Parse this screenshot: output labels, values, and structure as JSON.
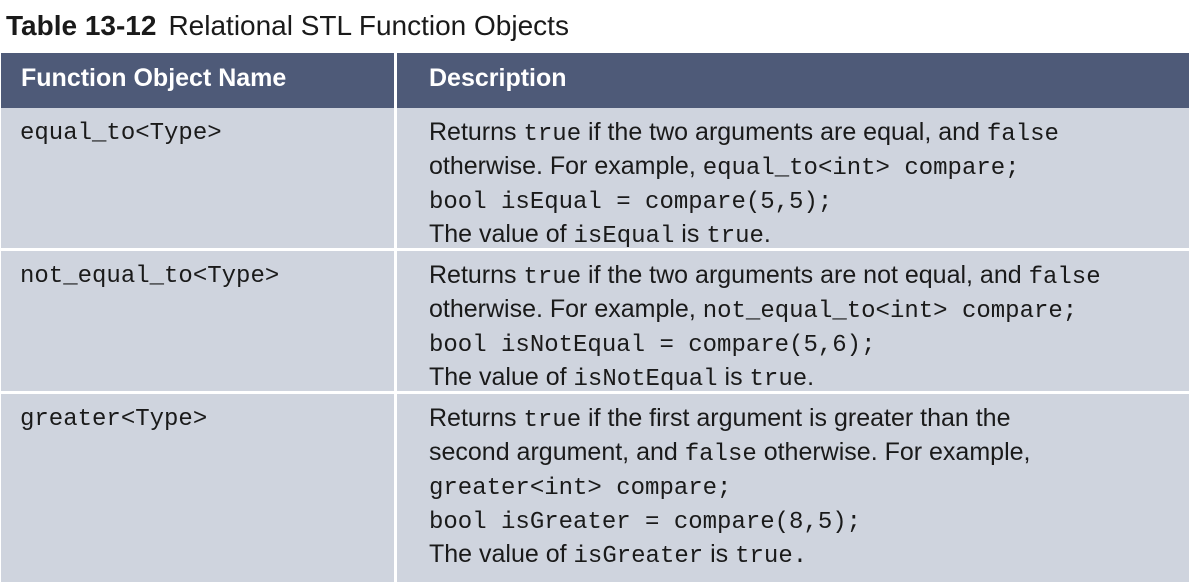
{
  "caption": {
    "number": "Table 13-12",
    "title": "Relational STL Function Objects"
  },
  "headers": {
    "name": "Function Object Name",
    "description": "Description"
  },
  "rows": [
    {
      "name": "equal_to<Type>",
      "lines": [
        [
          "Returns ",
          "true",
          " if the two arguments are equal, and ",
          "false"
        ],
        [
          "otherwise. For example, ",
          "equal_to<int> compare;"
        ],
        [
          "",
          "bool isEqual = compare(5,5);"
        ],
        [
          "The value of ",
          "isEqual",
          " is ",
          "true",
          "."
        ]
      ]
    },
    {
      "name": "not_equal_to<Type>",
      "lines": [
        [
          "Returns ",
          "true",
          " if the two arguments are not equal, and ",
          "false"
        ],
        [
          "otherwise. For example, ",
          "not_equal_to<int> compare;"
        ],
        [
          "",
          "bool isNotEqual = compare(5,6);"
        ],
        [
          "The value of ",
          "isNotEqual",
          " is ",
          "true",
          "."
        ]
      ]
    },
    {
      "name": "greater<Type>",
      "lines": [
        [
          "Returns ",
          "true",
          " if the first argument is greater than the"
        ],
        [
          "second argument, and ",
          "false",
          " otherwise. For example,"
        ],
        [
          "",
          "greater<int> compare;"
        ],
        [
          "",
          "bool isGreater = compare(8,5);"
        ],
        [
          "The value of ",
          "isGreater",
          " is ",
          "true."
        ]
      ]
    }
  ]
}
